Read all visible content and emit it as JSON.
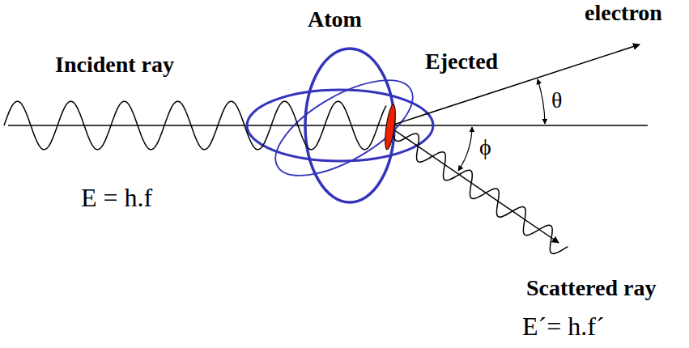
{
  "diagram": {
    "labels": [
      "Atom",
      "electron",
      "Incident ray",
      "Ejected",
      "θ",
      "ϕ",
      "E = h.f",
      "Scattered ray",
      "E´= h.f´"
    ]
  }
}
